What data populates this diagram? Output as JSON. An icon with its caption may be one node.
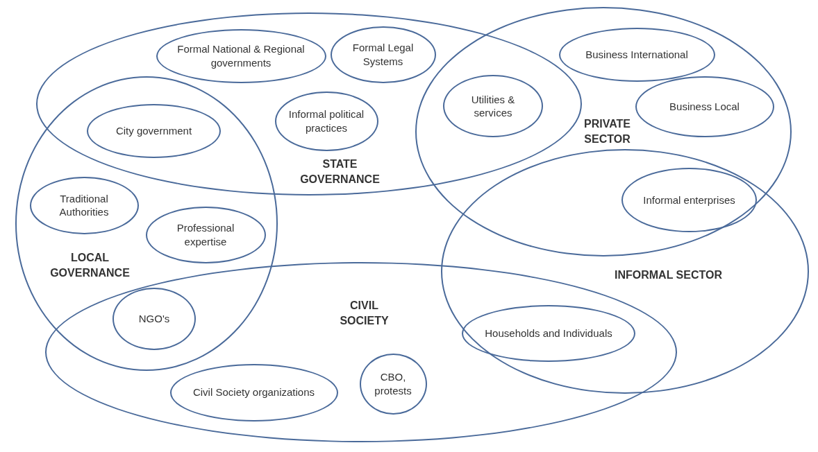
{
  "diagram": {
    "nodes": [
      {
        "text": [
          "STATE GOVERNANCE"
        ]
      },
      {
        "text": [
          "Formal National & Regional governments"
        ],
        "in": 0
      },
      {
        "text": [
          "Formal Legal Systems"
        ],
        "in": 0
      },
      {
        "text": [
          "PRIVATE SECTOR"
        ]
      },
      {
        "text": [
          "Business International"
        ],
        "in": 3
      },
      {
        "text": [
          "Utilities & services"
        ]
      },
      {
        "text": [
          "Business Local"
        ],
        "in": 3
      },
      {
        "text": [
          "LOCAL GOVERNANCE"
        ]
      },
      {
        "text": [
          "City government"
        ]
      },
      {
        "text": [
          "Informal political practices"
        ],
        "in": 0
      },
      {
        "text": [
          "INFORMAL SECTOR"
        ]
      },
      {
        "text": [
          "Informal enterprises"
        ]
      },
      {
        "text": [
          "Traditional Authorities"
        ],
        "in": 7
      },
      {
        "text": [
          "Professional expertise"
        ],
        "in": 7
      },
      {
        "text": [
          "CIVIL SOCIETY"
        ]
      },
      {
        "text": [
          "NGO's"
        ]
      },
      {
        "text": [
          "Households and Individuals"
        ]
      },
      {
        "text": [
          "Civil Society organizations"
        ],
        "in": 14
      },
      {
        "text": [
          "CBO, protests"
        ],
        "in": 14
      }
    ],
    "edges": []
  }
}
